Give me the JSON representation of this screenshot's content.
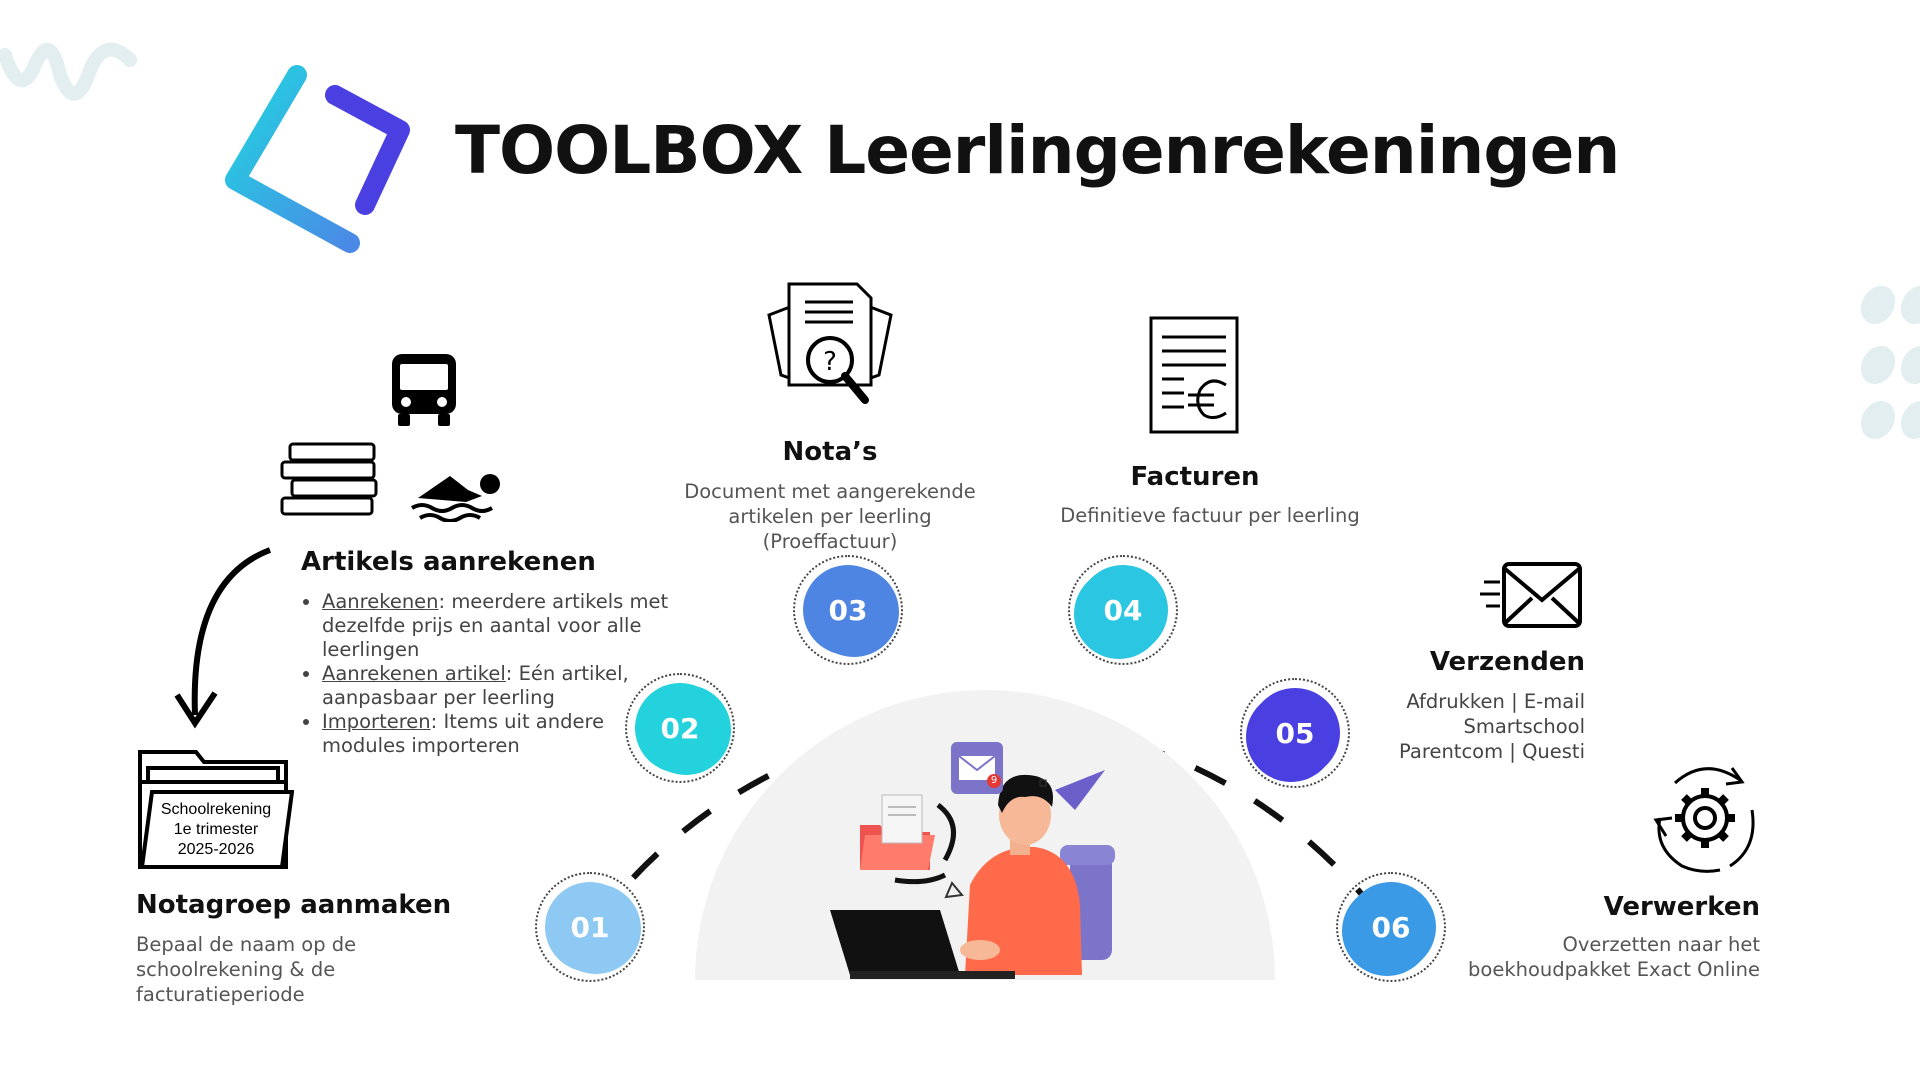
{
  "title": "TOOLBOX Leerlingenrekeningen",
  "colors": {
    "step01": "#8ec9f3",
    "step02": "#23d2dc",
    "step03": "#4f85e2",
    "step04": "#2bc6e1",
    "step05": "#4a3fe0",
    "step06": "#3b9ae6",
    "logo_start": "#22d3e0",
    "logo_end": "#4a3fe0"
  },
  "steps": [
    {
      "number": "01",
      "title": "Notagroep aanmaken",
      "description": "Bepaal de naam op de schoolrekening & de facturatieperiode",
      "icon": "folder-icon"
    },
    {
      "number": "02",
      "title": "Artikels aanrekenen",
      "icon": "bus-books-swimmer-icon",
      "bullets": [
        {
          "term": "Aanrekenen",
          "text": ": meerdere artikels met dezelfde prijs en aantal voor alle leerlingen"
        },
        {
          "term": "Aanrekenen artikel",
          "text": ": Eén artikel, aanpasbaar per leerling"
        },
        {
          "term": "Importeren",
          "text": ": Items uit andere modules importeren"
        }
      ]
    },
    {
      "number": "03",
      "title": "Nota’s",
      "description": "Document met aangerekende artikelen per leerling (Proeffactuur)",
      "icon": "document-search-icon"
    },
    {
      "number": "04",
      "title": "Facturen",
      "description": "Definitieve factuur per leerling",
      "icon": "euro-invoice-icon"
    },
    {
      "number": "05",
      "title": "Verzenden",
      "description_lines": [
        "Afdrukken | E-mail",
        "Smartschool",
        "Parentcom | Questi"
      ],
      "icon": "envelope-icon"
    },
    {
      "number": "06",
      "title": "Verwerken",
      "description_lines": [
        "Overzetten naar het",
        "boekhoudpakket Exact Online"
      ],
      "icon": "gear-cycle-icon"
    }
  ],
  "folder_label": {
    "line1": "Schoolrekening",
    "line2": "1e trimester",
    "line3": "2025-2026"
  },
  "mail_badge": "9"
}
